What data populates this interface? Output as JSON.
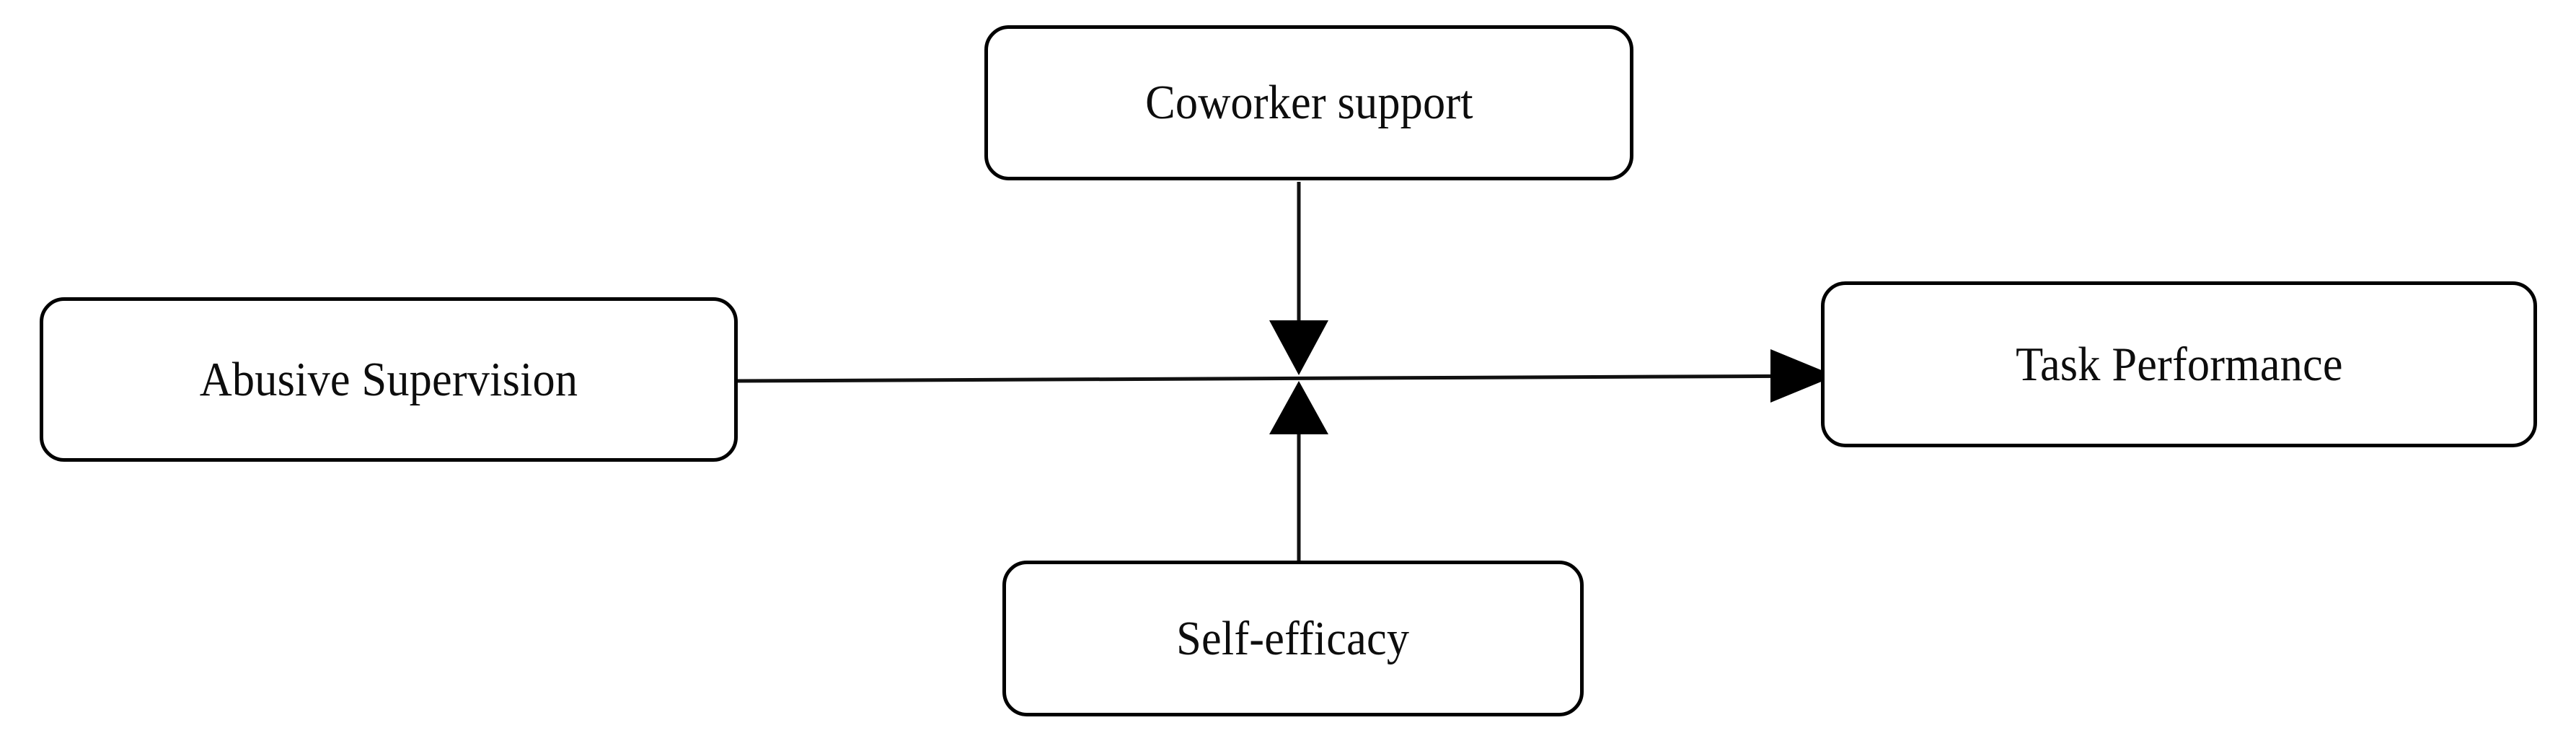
{
  "diagram": {
    "type": "moderated-relationship-model",
    "title": "",
    "background_color": "#ffffff",
    "line_color": "#000000",
    "text_color": "#0d0d0d",
    "nodes": [
      {
        "id": "abusive-supervision",
        "label": "Abusive Supervision",
        "role": "independent-variable",
        "position": "left"
      },
      {
        "id": "coworker-support",
        "label": "Coworker support",
        "role": "moderator",
        "position": "top-center"
      },
      {
        "id": "self-efficacy",
        "label": "Self-efficacy",
        "role": "moderator",
        "position": "bottom-center"
      },
      {
        "id": "task-performance",
        "label": "Task Performance",
        "role": "dependent-variable",
        "position": "right"
      }
    ],
    "edges": [
      {
        "id": "edge-abusive-to-task",
        "from": "abusive-supervision",
        "to": "task-performance",
        "direction": "horizontal-right",
        "arrowhead": "right",
        "label": ""
      },
      {
        "id": "edge-coworker-to-path",
        "from": "coworker-support",
        "to": "edge-abusive-to-task",
        "direction": "vertical-down",
        "arrowhead": "down",
        "label": ""
      },
      {
        "id": "edge-selfefficacy-to-path",
        "from": "self-efficacy",
        "to": "edge-abusive-to-task",
        "direction": "vertical-up",
        "arrowhead": "up",
        "label": ""
      }
    ]
  }
}
